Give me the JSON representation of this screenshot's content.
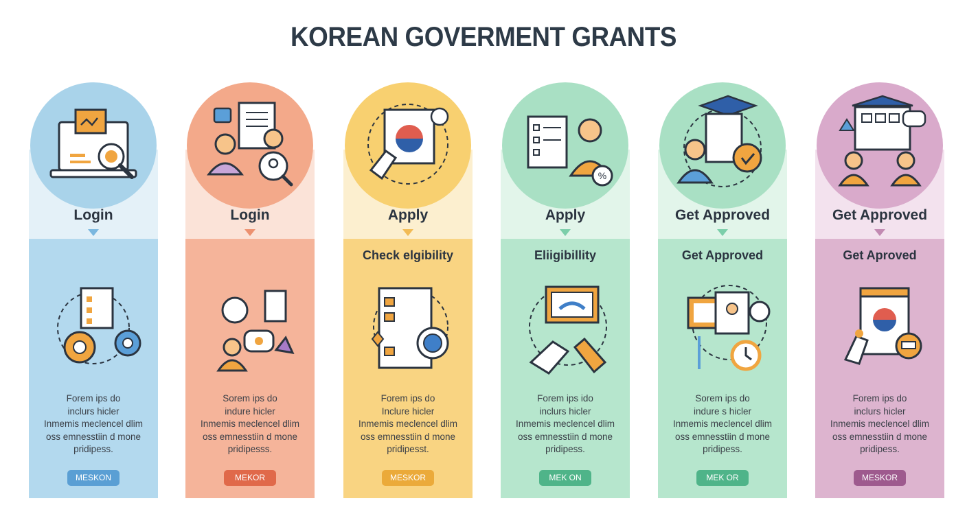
{
  "title": "KOREAN GOVERMENT GRANTS",
  "cards": [
    {
      "heading": "Login",
      "subheading": "",
      "body_lines": [
        "Forem ips do",
        "inclurs hicler",
        "Inmemis meclencel dlim",
        "oss emnesstiin d mone",
        "pridipess."
      ],
      "button": "MESKON",
      "colors": {
        "circle": "#a9d3ea",
        "top": "#e4f1f8",
        "bottom": "#b3d9ee",
        "button": "#5a9fd4",
        "arrow": "#7ab7df"
      },
      "top_icon": "computer-search-icon",
      "mid_icon": "documents-gears-icon"
    },
    {
      "heading": "Login",
      "subheading": "",
      "body_lines": [
        "Sorem ips do",
        "indure hicler",
        "Inmemis meclencel dlim",
        "oss emnesstiin d mone",
        "pridipesss."
      ],
      "button": "MEKOR",
      "colors": {
        "circle": "#f3a98a",
        "top": "#fbe3d8",
        "bottom": "#f5b49a",
        "button": "#e0694a",
        "arrow": "#ec9170"
      },
      "top_icon": "users-document-search-icon",
      "mid_icon": "people-chat-icon"
    },
    {
      "heading": "Apply",
      "subheading": "Check elgibility",
      "body_lines": [
        "Forem ips do",
        "Inclure hicler",
        "Inmemis meclencel dlim",
        "oss emnesstiin d mone",
        "pridipesst."
      ],
      "button": "MESKOR",
      "colors": {
        "circle": "#f8d070",
        "top": "#fcefcf",
        "bottom": "#f9d482",
        "button": "#ebaa3a",
        "arrow": "#f2bb55"
      },
      "top_icon": "korean-flag-hand-icon",
      "mid_icon": "eligibility-checklist-icon"
    },
    {
      "heading": "Apply",
      "subheading": "Eliigibillity",
      "body_lines": [
        "Forem ips ido",
        "inclurs hicler",
        "Inmemis meclencel dlim",
        "oss emnesstiin d mone",
        "pridipess."
      ],
      "button": "MEK ON",
      "colors": {
        "circle": "#a9e0c4",
        "top": "#e2f5ea",
        "bottom": "#b6e6cd",
        "button": "#4fb489",
        "arrow": "#7cceaa"
      },
      "top_icon": "checklist-person-discount-icon",
      "mid_icon": "handshake-document-icon"
    },
    {
      "heading": "Get Approved",
      "subheading": "Get Approved",
      "body_lines": [
        "Sorem ips do",
        "indure s hicler",
        "Inmemis meclencel dlim",
        "oss emnesstiin d mone",
        "pridipess."
      ],
      "button": "MEK OR",
      "colors": {
        "circle": "#a9e0c4",
        "top": "#e2f5ea",
        "bottom": "#b6e6cd",
        "button": "#4fb489",
        "arrow": "#7cceaa"
      },
      "top_icon": "graduation-person-shield-icon",
      "mid_icon": "profiles-stopwatch-icon"
    },
    {
      "heading": "Get Approved",
      "subheading": "Get Aproved",
      "body_lines": [
        "Forem ips do",
        "inclurs hicler",
        "Inmemis meclencel dlim",
        "oss emnesstiin d mone",
        "pridipess."
      ],
      "button": "MESKOR",
      "colors": {
        "circle": "#d9aacb",
        "top": "#f3e2ee",
        "bottom": "#ddb4cf",
        "button": "#9e5a8e",
        "arrow": "#c28ab2"
      },
      "top_icon": "government-building-people-icon",
      "mid_icon": "certificate-award-icon"
    }
  ]
}
